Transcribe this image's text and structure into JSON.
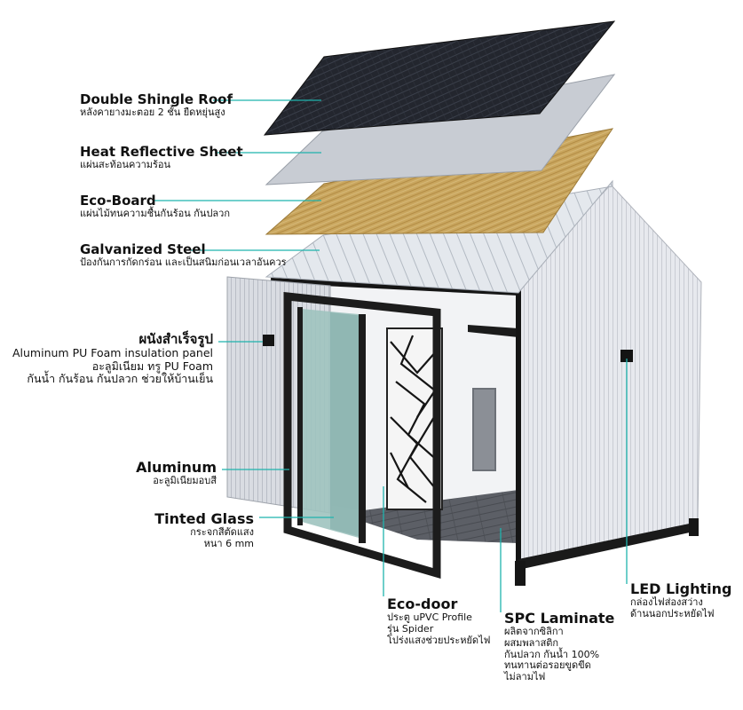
{
  "labels": {
    "roof": {
      "title": "Double Shingle Roof",
      "sub": "หลังคายางมะตอย 2 ชั้น ยืดหยุ่นสูง"
    },
    "heat": {
      "title": "Heat Reflective Sheet",
      "sub": "แผ่นสะท้อนความร้อน"
    },
    "eco_board": {
      "title": "Eco-Board",
      "sub": "แผ่นไม้ทนความชื้นกันร้อน กันปลวก"
    },
    "steel": {
      "title": "Galvanized Steel",
      "sub": "ป้องกันการกัดกร่อน และเป็นสนิมก่อนเวลาอันควร"
    },
    "wall": {
      "title": "ผนังสำเร็จรูป",
      "line1": "Aluminum PU Foam insulation panel",
      "line2": "อะลูมิเนียม ทรู PU Foam",
      "line3": "กันน้ำ กันร้อน กันปลวก ช่วยให้บ้านเย็น"
    },
    "aluminum": {
      "title": "Aluminum",
      "sub": "อะลูมิเนียมอบสี"
    },
    "glass": {
      "title": "Tinted Glass",
      "line1": "กระจกสีตัดแสง",
      "line2": "หนา 6 mm"
    },
    "eco_door": {
      "title": "Eco-door",
      "line1": "ประตู uPVC Profile",
      "line2": "รุ่น Spider",
      "line3": "โปร่งแสงช่วยประหยัดไฟ"
    },
    "spc": {
      "title": "SPC Laminate",
      "line1": "ผลิตจากซิลิกา",
      "line2": "ผสมพลาสติก",
      "line3": "กันปลวก กันน้ำ 100%",
      "line4": "ทนทานต่อรอยขูดขีด",
      "line5": "ไม่ลามไฟ"
    },
    "led": {
      "title": "LED Lighting",
      "line1": "กล่องไฟส่องสว่าง",
      "line2": "ด้านนอกประหยัดไฟ"
    }
  },
  "colors": {
    "leader": "#1fb3ad",
    "shingle": "#22252c",
    "heat_sheet": "#c9cdd4",
    "eco_board": "#c7a35a",
    "steel": "#dfe3e8",
    "wall": "#e6e8ec",
    "frame": "#1a1a1a",
    "glass": "#8fb8b4"
  }
}
